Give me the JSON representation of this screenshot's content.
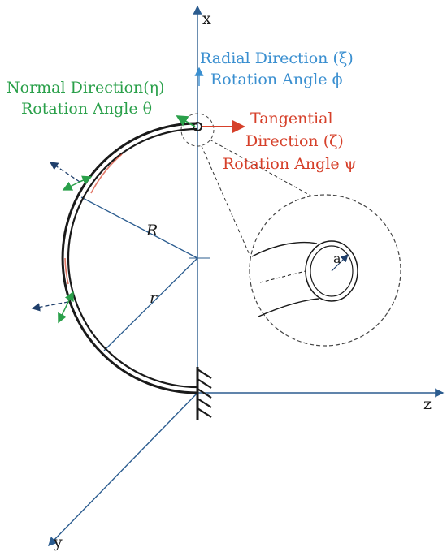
{
  "axes": {
    "x": "x",
    "y": "y",
    "z": "z"
  },
  "labels": {
    "radial_direction": "Radial Direction (ξ)",
    "radial_rotation": "Rotation Angle ϕ",
    "normal_direction": "Normal Direction(η)",
    "normal_rotation": "Rotation Angle θ",
    "tangential_line1": "Tangential",
    "tangential_line2": "Direction (ζ)",
    "tangential_rotation": "Rotation Angle ψ",
    "outer_radius": "R",
    "inner_radius": "r",
    "tube_radius": "a"
  },
  "colors": {
    "axis": "#2b5c8f",
    "radial": "#3a8fd0",
    "normal": "#2aa04a",
    "tangential": "#d6402a",
    "ring": "#222222"
  }
}
